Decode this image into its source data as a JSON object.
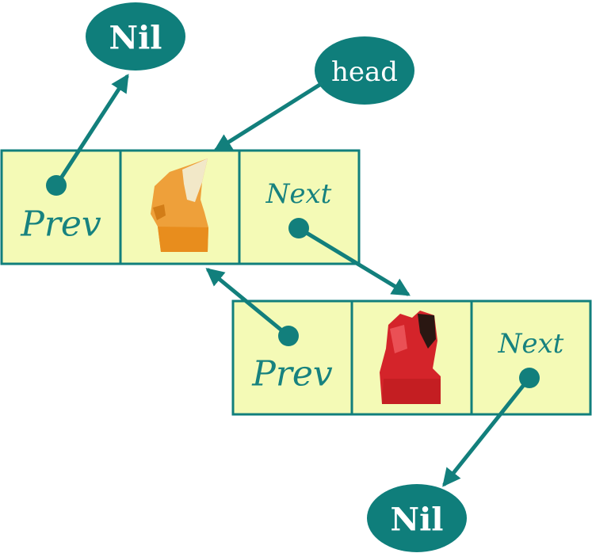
{
  "ovals": {
    "nil_top": "Nil",
    "head": "head",
    "nil_bottom": "Nil"
  },
  "node1": {
    "prev_label": "Prev",
    "next_label": "Next",
    "image": "orange-shoe-icon"
  },
  "node2": {
    "prev_label": "Prev",
    "next_label": "Next",
    "image": "red-shoe-icon"
  },
  "colors": {
    "teal": "#0f7e7b",
    "node_fill": "#f4fab6",
    "orange_shoe": "#f2a23a",
    "red_shoe": "#d8262a"
  }
}
